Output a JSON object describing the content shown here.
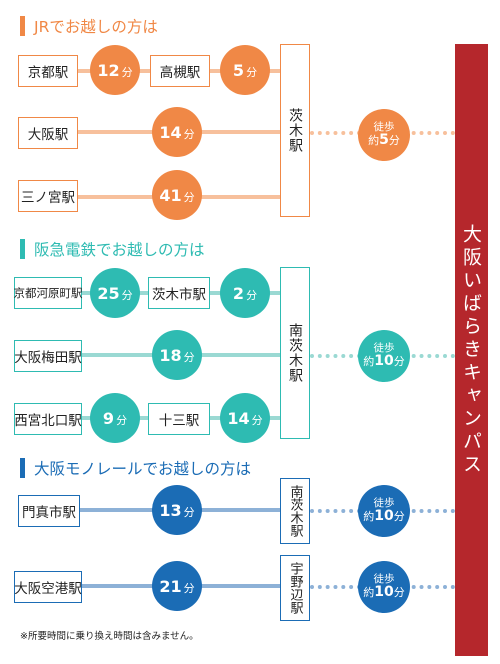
{
  "colors": {
    "jr": "#f08846",
    "jr_light": "#f7c09c",
    "hankyu": "#2ebbb2",
    "hankyu_light": "#9ad9d3",
    "mono": "#1b6cb5",
    "mono_light": "#8db1d7",
    "campus": "#b5272c"
  },
  "campus_label": "大阪いばらきキャンパス",
  "note": "※所要時間に乗り換え時間は含みません。",
  "walk_label": "徒歩",
  "minute_unit": "分",
  "jr": {
    "title": "JRでお越しの方は",
    "dest": "茨木駅",
    "walk": "約5分",
    "walk_prefix": "約",
    "walk_num": "5",
    "routes": [
      {
        "from": "京都駅",
        "min1": "12",
        "via": "高槻駅",
        "min2": "5"
      },
      {
        "from": "大阪駅",
        "min": "14"
      },
      {
        "from": "三ノ宮駅",
        "min": "41"
      }
    ]
  },
  "hankyu": {
    "title": "阪急電鉄でお越しの方は",
    "dest": "南茨木駅",
    "walk_prefix": "約",
    "walk_num": "10",
    "routes": [
      {
        "from": "京都河原町駅",
        "min1": "25",
        "via": "茨木市駅",
        "min2": "2"
      },
      {
        "from": "大阪梅田駅",
        "min": "18"
      },
      {
        "from": "西宮北口駅",
        "min1": "9",
        "via": "十三駅",
        "min2": "14"
      }
    ]
  },
  "mono": {
    "title": "大阪モノレールでお越しの方は",
    "routes": [
      {
        "from": "門真市駅",
        "min": "13",
        "dest": "南茨木駅",
        "walk_prefix": "約",
        "walk_num": "10"
      },
      {
        "from": "大阪空港駅",
        "min": "21",
        "dest": "宇野辺駅",
        "walk_prefix": "約",
        "walk_num": "10"
      }
    ]
  }
}
